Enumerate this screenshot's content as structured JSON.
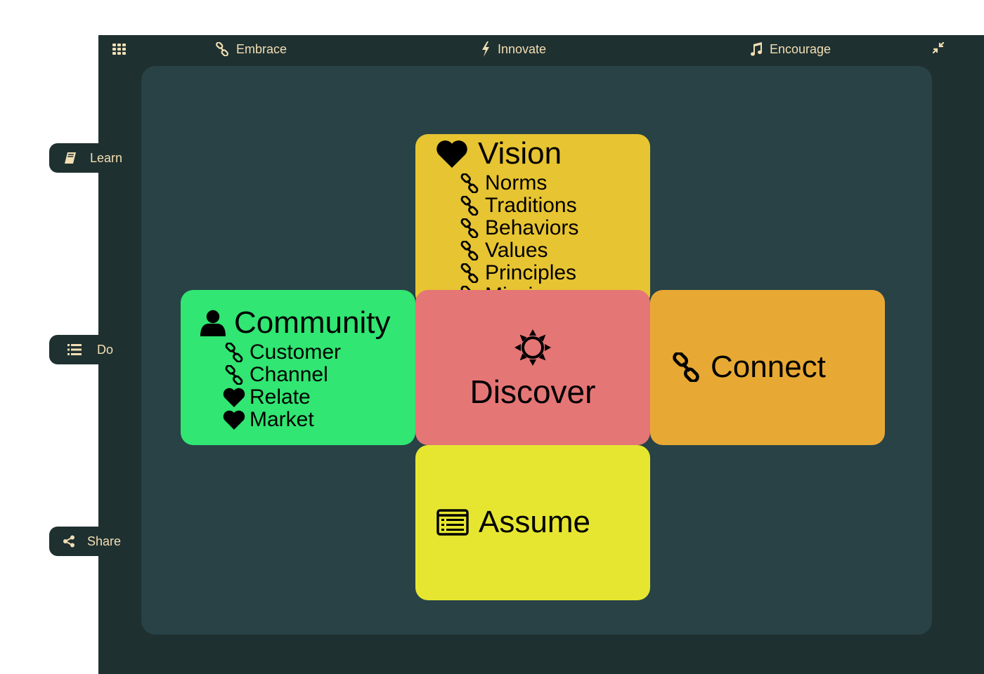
{
  "topbar": {
    "grid_icon": "grid-icon",
    "items": [
      {
        "label": "Embrace",
        "icon": "link-icon"
      },
      {
        "label": "Innovate",
        "icon": "bolt-icon"
      },
      {
        "label": "Encourage",
        "icon": "music-icon"
      }
    ],
    "collapse_icon": "collapse-icon"
  },
  "sidebar": {
    "tabs": [
      {
        "label": "Learn",
        "icon": "book-icon"
      },
      {
        "label": "Do",
        "icon": "list-icon"
      },
      {
        "label": "Share",
        "icon": "share-icon"
      }
    ]
  },
  "board": {
    "vision": {
      "title": "Vision",
      "icon": "heart-icon",
      "color": "#e7c431",
      "items": [
        {
          "label": "Norms",
          "icon": "link-icon"
        },
        {
          "label": "Traditions",
          "icon": "link-icon"
        },
        {
          "label": "Behaviors",
          "icon": "link-icon"
        },
        {
          "label": "Values",
          "icon": "link-icon"
        },
        {
          "label": "Principles",
          "icon": "link-icon"
        },
        {
          "label": "Mission",
          "icon": "link-icon"
        }
      ]
    },
    "community": {
      "title": "Community",
      "icon": "user-icon",
      "color": "#31e672",
      "items": [
        {
          "label": "Customer",
          "icon": "link-icon"
        },
        {
          "label": "Channel",
          "icon": "link-icon"
        },
        {
          "label": "Relate",
          "icon": "heart-icon"
        },
        {
          "label": "Market",
          "icon": "heart-icon"
        }
      ]
    },
    "discover": {
      "title": "Discover",
      "icon": "sun-icon",
      "color": "#e57676"
    },
    "connect": {
      "title": "Connect",
      "icon": "link-icon",
      "color": "#e7a934"
    },
    "assume": {
      "title": "Assume",
      "icon": "list-alt-icon",
      "color": "#e6e631"
    }
  },
  "colors": {
    "frame": "#1f3030",
    "canvas": "#284246",
    "nav_text": "#f2dfb4"
  }
}
